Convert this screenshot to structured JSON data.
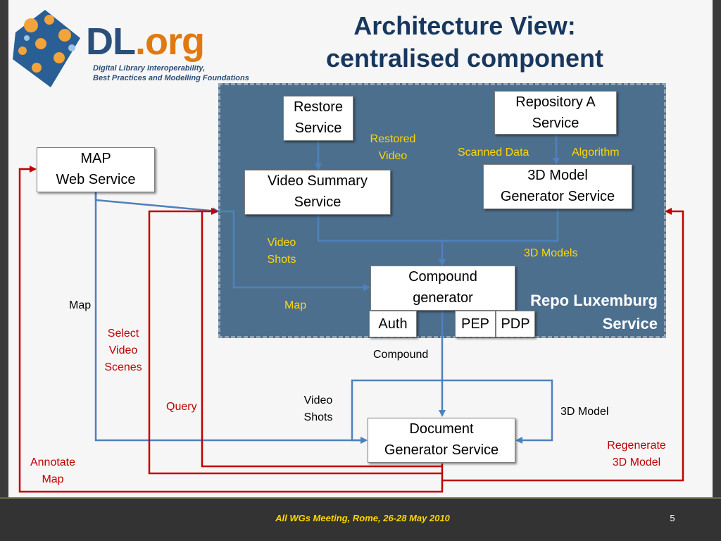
{
  "slide": {
    "title_line1": "Architecture View:",
    "title_line2": "centralised component"
  },
  "logo": {
    "brand_dl": "DL",
    "brand_org": ".org",
    "tagline_line1": "Digital Library Interoperability,",
    "tagline_line2": "Best Practices and Modelling Foundations"
  },
  "services": {
    "map_line1": "MAP",
    "map_line2": "Web Service",
    "restore_line1": "Restore",
    "restore_line2": "Service",
    "video_summary_line1": "Video Summary",
    "video_summary_line2": "Service",
    "repository_a_line1": "Repository A",
    "repository_a_line2": "Service",
    "model_gen_line1": "3D Model",
    "model_gen_line2": "Generator Service",
    "compound_line1": "Compound",
    "compound_line2": "generator",
    "auth": "Auth",
    "pep": "PEP",
    "pdp": "PDP",
    "document_line1": "Document",
    "document_line2": "Generator Service"
  },
  "repo": {
    "label_line1": "Repo Luxemburg",
    "label_line2": "Service"
  },
  "flow_labels": {
    "restored_video_line1": "Restored",
    "restored_video_line2": "Video",
    "scanned_data": "Scanned Data",
    "algorithm": "Algorithm",
    "video_shots_top_line1": "Video",
    "video_shots_top_line2": "Shots",
    "models_3d": "3D Models",
    "map_inner": "Map",
    "map_outer": "Map",
    "select_video_line1": "Select",
    "select_video_line2": "Video",
    "select_video_line3": "Scenes",
    "compound": "Compound",
    "query": "Query",
    "video_shots_bottom_line1": "Video",
    "video_shots_bottom_line2": "Shots",
    "model_3d": "3D Model",
    "regenerate_line1": "Regenerate",
    "regenerate_line2": "3D Model",
    "annotate_line1": "Annotate",
    "annotate_line2": "Map"
  },
  "footer": {
    "text": "All WGs Meeting, Rome, 26-28 May 2010",
    "page_number": "5"
  },
  "colors": {
    "blue_flow": "#4f81bd",
    "red_flow": "#c00000",
    "panel": "#4d6f8e",
    "title": "#17375e",
    "label_yellow": "#ffd700"
  }
}
